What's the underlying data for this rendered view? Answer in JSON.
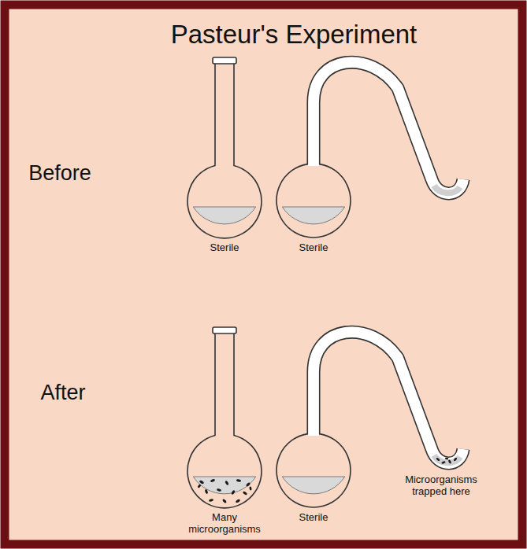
{
  "diagram": {
    "title": "Pasteur's Experiment",
    "labels": [
      "Before",
      "Sterile",
      "Sterile",
      "After",
      "Many microorganisms",
      "Sterile",
      "Microorganisms trapped here"
    ]
  }
}
